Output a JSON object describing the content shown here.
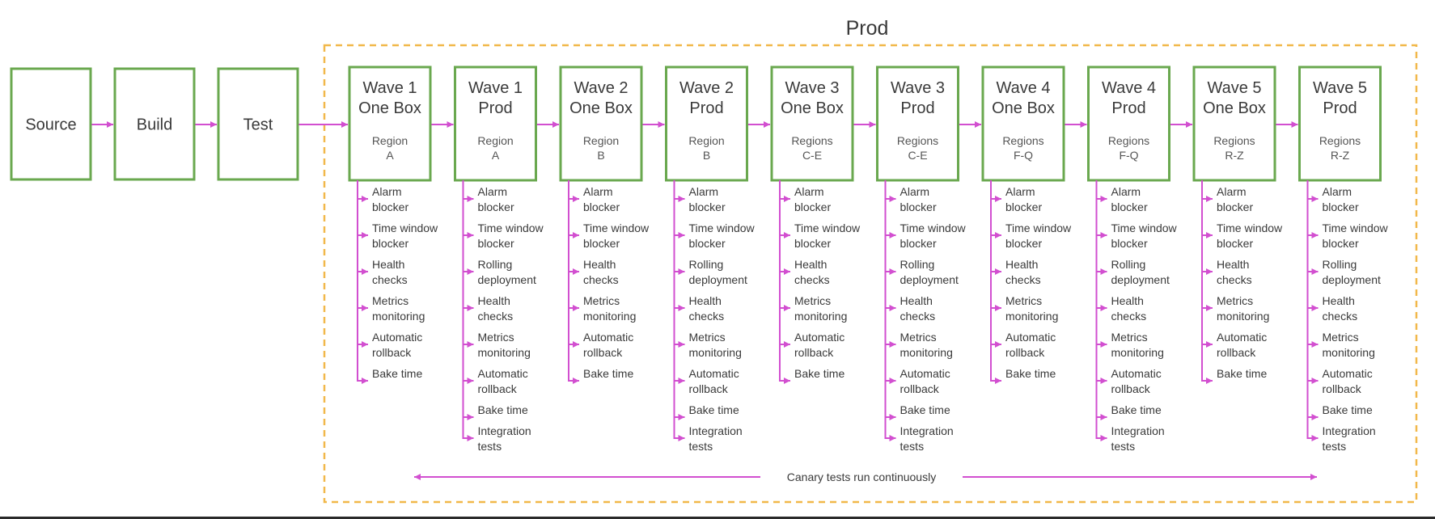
{
  "prod": {
    "label": "Prod",
    "canary_text": "Canary tests run continuously"
  },
  "colors": {
    "box_border": "#6aa84f",
    "connector": "#d24fd0",
    "prod_border": "#f1b84a",
    "text": "#3a3a3a"
  },
  "stages": [
    "Source",
    "Build",
    "Test"
  ],
  "waves": [
    {
      "title": [
        "Wave 1",
        "One Box"
      ],
      "region": [
        "Region",
        "A"
      ],
      "steps": [
        [
          "Alarm",
          "blocker"
        ],
        [
          "Time window",
          "blocker"
        ],
        [
          "Health",
          "checks"
        ],
        [
          "Metrics",
          "monitoring"
        ],
        [
          "Automatic",
          "rollback"
        ],
        [
          "Bake time"
        ]
      ]
    },
    {
      "title": [
        "Wave 1",
        "Prod"
      ],
      "region": [
        "Region",
        "A"
      ],
      "steps": [
        [
          "Alarm",
          "blocker"
        ],
        [
          "Time window",
          "blocker"
        ],
        [
          "Rolling",
          "deployment"
        ],
        [
          "Health",
          "checks"
        ],
        [
          "Metrics",
          "monitoring"
        ],
        [
          "Automatic",
          "rollback"
        ],
        [
          "Bake time"
        ],
        [
          "Integration",
          "tests"
        ]
      ]
    },
    {
      "title": [
        "Wave 2",
        "One Box"
      ],
      "region": [
        "Region",
        "B"
      ],
      "steps": [
        [
          "Alarm",
          "blocker"
        ],
        [
          "Time window",
          "blocker"
        ],
        [
          "Health",
          "checks"
        ],
        [
          "Metrics",
          "monitoring"
        ],
        [
          "Automatic",
          "rollback"
        ],
        [
          "Bake time"
        ]
      ]
    },
    {
      "title": [
        "Wave 2",
        "Prod"
      ],
      "region": [
        "Region",
        "B"
      ],
      "steps": [
        [
          "Alarm",
          "blocker"
        ],
        [
          "Time window",
          "blocker"
        ],
        [
          "Rolling",
          "deployment"
        ],
        [
          "Health",
          "checks"
        ],
        [
          "Metrics",
          "monitoring"
        ],
        [
          "Automatic",
          "rollback"
        ],
        [
          "Bake time"
        ],
        [
          "Integration",
          "tests"
        ]
      ]
    },
    {
      "title": [
        "Wave 3",
        "One Box"
      ],
      "region": [
        "Regions",
        "C-E"
      ],
      "steps": [
        [
          "Alarm",
          "blocker"
        ],
        [
          "Time window",
          "blocker"
        ],
        [
          "Health",
          "checks"
        ],
        [
          "Metrics",
          "monitoring"
        ],
        [
          "Automatic",
          "rollback"
        ],
        [
          "Bake time"
        ]
      ]
    },
    {
      "title": [
        "Wave 3",
        "Prod"
      ],
      "region": [
        "Regions",
        "C-E"
      ],
      "steps": [
        [
          "Alarm",
          "blocker"
        ],
        [
          "Time window",
          "blocker"
        ],
        [
          "Rolling",
          "deployment"
        ],
        [
          "Health",
          "checks"
        ],
        [
          "Metrics",
          "monitoring"
        ],
        [
          "Automatic",
          "rollback"
        ],
        [
          "Bake time"
        ],
        [
          "Integration",
          "tests"
        ]
      ]
    },
    {
      "title": [
        "Wave 4",
        "One Box"
      ],
      "region": [
        "Regions",
        "F-Q"
      ],
      "steps": [
        [
          "Alarm",
          "blocker"
        ],
        [
          "Time window",
          "blocker"
        ],
        [
          "Health",
          "checks"
        ],
        [
          "Metrics",
          "monitoring"
        ],
        [
          "Automatic",
          "rollback"
        ],
        [
          "Bake time"
        ]
      ]
    },
    {
      "title": [
        "Wave 4",
        "Prod"
      ],
      "region": [
        "Regions",
        "F-Q"
      ],
      "steps": [
        [
          "Alarm",
          "blocker"
        ],
        [
          "Time window",
          "blocker"
        ],
        [
          "Rolling",
          "deployment"
        ],
        [
          "Health",
          "checks"
        ],
        [
          "Metrics",
          "monitoring"
        ],
        [
          "Automatic",
          "rollback"
        ],
        [
          "Bake time"
        ],
        [
          "Integration",
          "tests"
        ]
      ]
    },
    {
      "title": [
        "Wave 5",
        "One Box"
      ],
      "region": [
        "Regions",
        "R-Z"
      ],
      "steps": [
        [
          "Alarm",
          "blocker"
        ],
        [
          "Time window",
          "blocker"
        ],
        [
          "Health",
          "checks"
        ],
        [
          "Metrics",
          "monitoring"
        ],
        [
          "Automatic",
          "rollback"
        ],
        [
          "Bake time"
        ]
      ]
    },
    {
      "title": [
        "Wave 5",
        "Prod"
      ],
      "region": [
        "Regions",
        "R-Z"
      ],
      "steps": [
        [
          "Alarm",
          "blocker"
        ],
        [
          "Time window",
          "blocker"
        ],
        [
          "Rolling",
          "deployment"
        ],
        [
          "Health",
          "checks"
        ],
        [
          "Metrics",
          "monitoring"
        ],
        [
          "Automatic",
          "rollback"
        ],
        [
          "Bake time"
        ],
        [
          "Integration",
          "tests"
        ]
      ]
    }
  ]
}
